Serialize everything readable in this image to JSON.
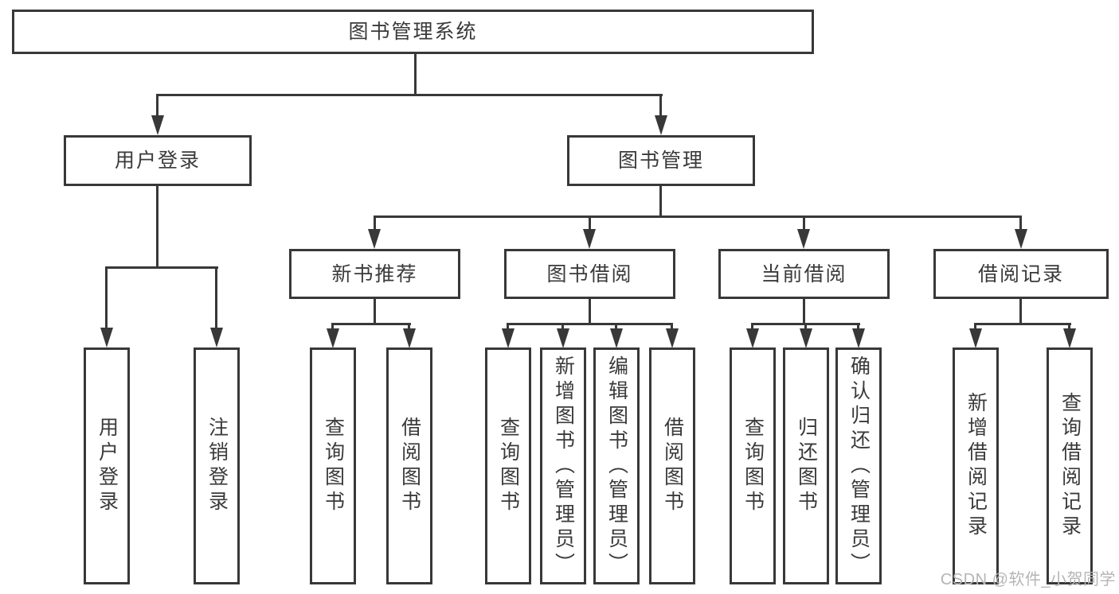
{
  "diagram": {
    "root": {
      "label": "图书管理系统"
    },
    "branches": [
      {
        "label": "用户登录",
        "children": [
          {
            "label": "用户登录"
          },
          {
            "label": "注销登录"
          }
        ]
      },
      {
        "label": "图书管理",
        "children": [
          {
            "label": "新书推荐",
            "children": [
              {
                "label": "查询图书"
              },
              {
                "label": "借阅图书"
              }
            ]
          },
          {
            "label": "图书借阅",
            "children": [
              {
                "label": "查询图书"
              },
              {
                "label": "新增图书（管理员）"
              },
              {
                "label": "编辑图书（管理员）"
              },
              {
                "label": "借阅图书"
              }
            ]
          },
          {
            "label": "当前借阅",
            "children": [
              {
                "label": "查询图书"
              },
              {
                "label": "归还图书"
              },
              {
                "label": "确认归还（管理员）"
              }
            ]
          },
          {
            "label": "借阅记录",
            "children": [
              {
                "label": "新增借阅记录"
              },
              {
                "label": "查询借阅记录"
              }
            ]
          }
        ]
      }
    ]
  },
  "watermark": {
    "text": "CSDN @软件_小贺同学"
  },
  "colors": {
    "line": "#383838",
    "text": "#3a3a3a",
    "watermark": "#b5b5b5",
    "background": "#ffffff"
  }
}
